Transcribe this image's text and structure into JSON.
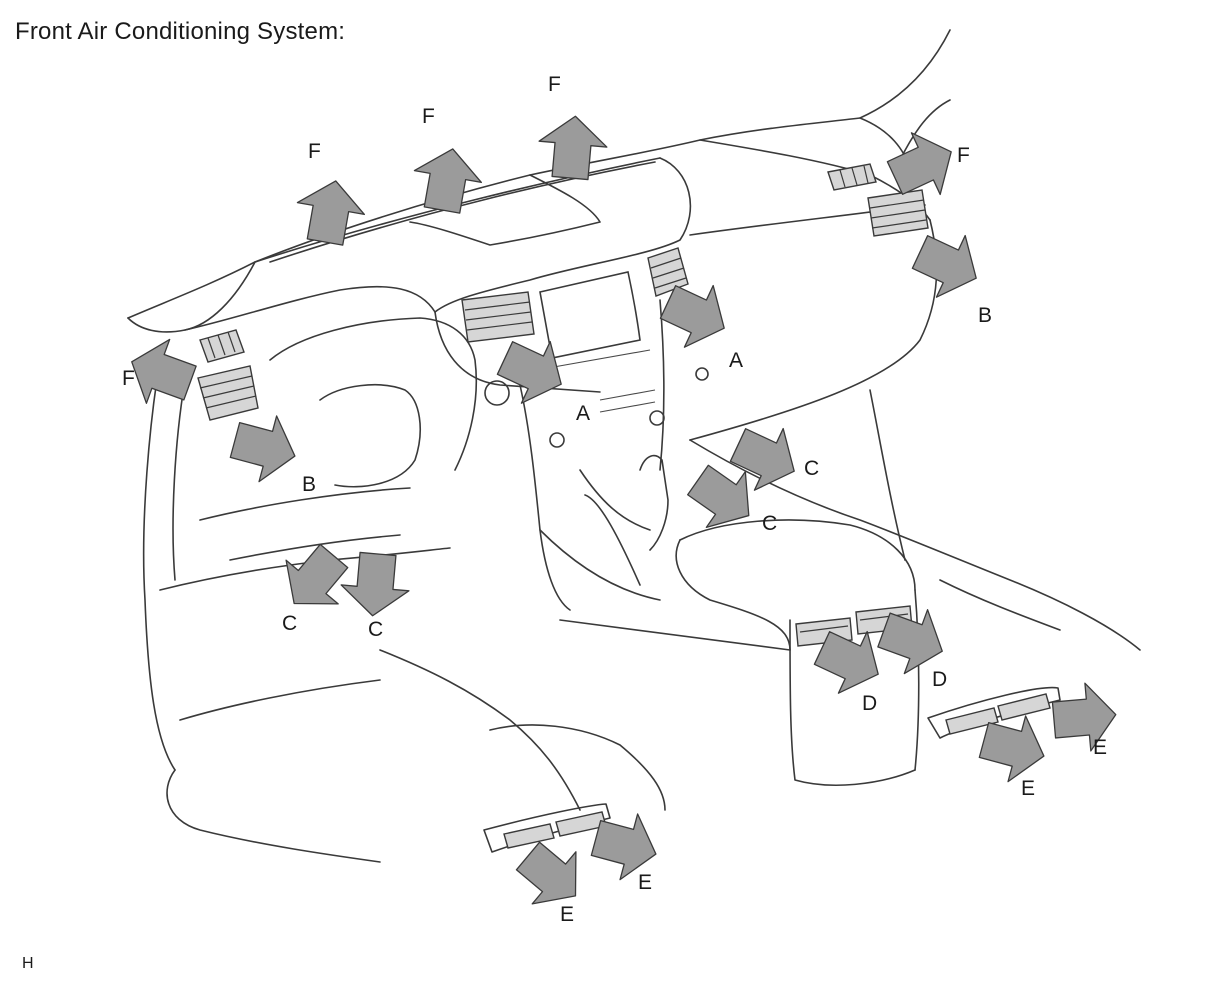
{
  "title": "Front Air Conditioning System:",
  "footer_code": "H",
  "labels": {
    "A": "A",
    "B": "B",
    "C": "C",
    "D": "D",
    "E": "E",
    "F": "F"
  },
  "colors": {
    "arrow_fill": "#9b9b9b",
    "vent_fill": "#d6d6d6",
    "line": "#3a3a3a"
  }
}
